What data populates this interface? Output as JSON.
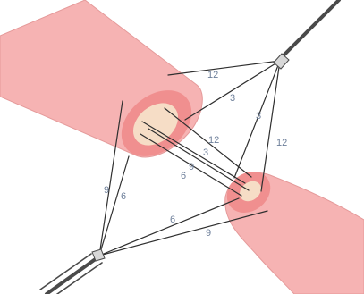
{
  "colors": {
    "background": "#ffffff",
    "tissue_fill": "#f6b3b3",
    "tissue_stroke": "#e59a9a",
    "rim_fill": "#f08f8f",
    "lumen_fill": "#f6ddc6",
    "suture_line": "#2f2f2f",
    "label_text": "#6d7f9a",
    "needle_holder": "#4a4a4a"
  },
  "icons": {
    "needle_holder": "needle-holder-icon"
  },
  "labels": {
    "upper_12": "12",
    "upper_3": "3",
    "right_3": "3",
    "right_12": "12",
    "center_12": "12",
    "center_3": "3",
    "center_9": "9",
    "center_6": "6",
    "left_9": "9",
    "left_6": "6",
    "lower_6": "6",
    "lower_9": "9"
  }
}
